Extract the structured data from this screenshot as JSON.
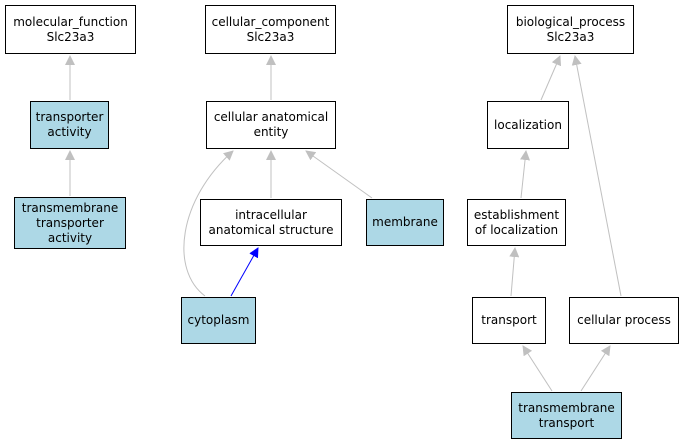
{
  "nodes": {
    "molecular_function": {
      "label": "molecular_function\nSlc23a3",
      "highlighted": false
    },
    "transporter_activity": {
      "label": "transporter\nactivity",
      "highlighted": true
    },
    "transmembrane_transporter_activity": {
      "label": "transmembrane\ntransporter\nactivity",
      "highlighted": true
    },
    "cellular_component": {
      "label": "cellular_component\nSlc23a3",
      "highlighted": false
    },
    "cellular_anatomical_entity": {
      "label": "cellular anatomical\nentity",
      "highlighted": false
    },
    "intracellular_anatomical_structure": {
      "label": "intracellular\nanatomical structure",
      "highlighted": false
    },
    "membrane": {
      "label": "membrane",
      "highlighted": true
    },
    "cytoplasm": {
      "label": "cytoplasm",
      "highlighted": true
    },
    "biological_process": {
      "label": "biological_process\nSlc23a3",
      "highlighted": false
    },
    "localization": {
      "label": "localization",
      "highlighted": false
    },
    "establishment_of_localization": {
      "label": "establishment\nof localization",
      "highlighted": false
    },
    "transport": {
      "label": "transport",
      "highlighted": false
    },
    "cellular_process": {
      "label": "cellular process",
      "highlighted": false
    },
    "transmembrane_transport": {
      "label": "transmembrane\ntransport",
      "highlighted": true
    }
  },
  "edges": [
    {
      "from": "transporter_activity",
      "to": "molecular_function",
      "color": "#c0c0c0"
    },
    {
      "from": "transmembrane_transporter_activity",
      "to": "transporter_activity",
      "color": "#c0c0c0"
    },
    {
      "from": "cellular_anatomical_entity",
      "to": "cellular_component",
      "color": "#c0c0c0"
    },
    {
      "from": "intracellular_anatomical_structure",
      "to": "cellular_anatomical_entity",
      "color": "#c0c0c0"
    },
    {
      "from": "membrane",
      "to": "cellular_anatomical_entity",
      "color": "#c0c0c0"
    },
    {
      "from": "cytoplasm",
      "to": "cellular_anatomical_entity",
      "color": "#c0c0c0"
    },
    {
      "from": "cytoplasm",
      "to": "intracellular_anatomical_structure",
      "color": "#0000ff"
    },
    {
      "from": "localization",
      "to": "biological_process",
      "color": "#c0c0c0"
    },
    {
      "from": "establishment_of_localization",
      "to": "localization",
      "color": "#c0c0c0"
    },
    {
      "from": "transport",
      "to": "establishment_of_localization",
      "color": "#c0c0c0"
    },
    {
      "from": "cellular_process",
      "to": "biological_process",
      "color": "#c0c0c0"
    },
    {
      "from": "transmembrane_transport",
      "to": "transport",
      "color": "#c0c0c0"
    },
    {
      "from": "transmembrane_transport",
      "to": "cellular_process",
      "color": "#c0c0c0"
    }
  ],
  "colors": {
    "highlight_fill": "#add8e6",
    "plain_fill": "#ffffff",
    "is_a_edge": "#c0c0c0",
    "part_of_edge": "#0000ff"
  }
}
